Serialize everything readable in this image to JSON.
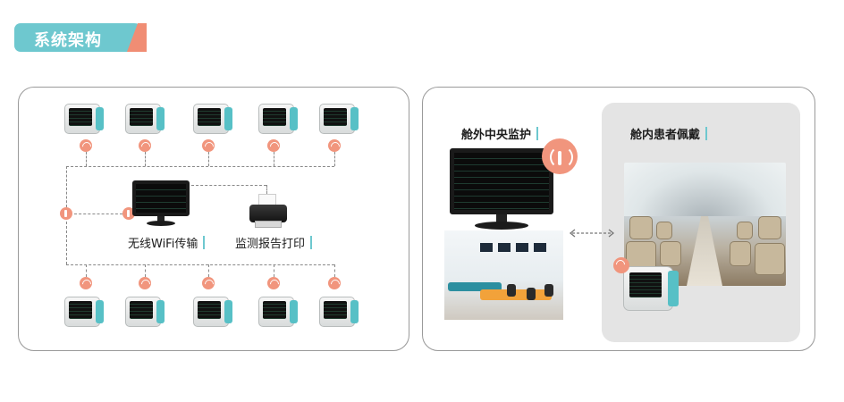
{
  "header": {
    "title": "系统架构"
  },
  "left_panel": {
    "wifi_label": "无线WiFi传输",
    "print_label": "监测报告打印"
  },
  "right_panel": {
    "central_label": "舱外中央监护",
    "cabin_label": "舱内患者佩戴"
  },
  "colors": {
    "accent_teal": "#6ec8cf",
    "accent_orange": "#f08d74",
    "border": "#9a9a9a"
  }
}
